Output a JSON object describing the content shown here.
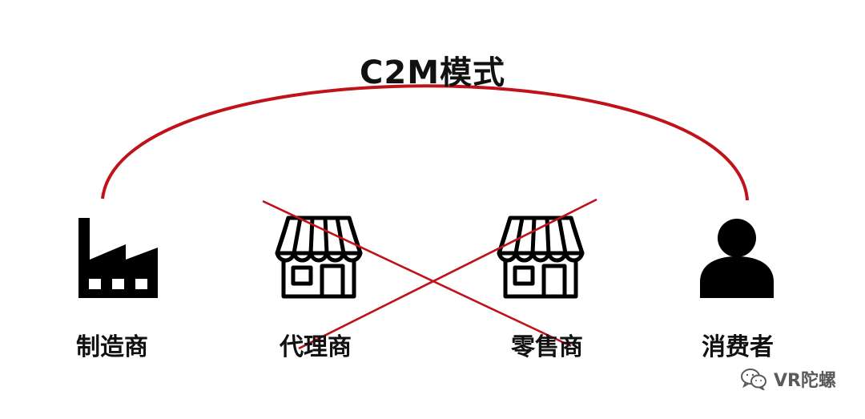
{
  "diagram": {
    "title": "C2M模式",
    "nodes": [
      {
        "id": "manufacturer",
        "label": "制造商",
        "icon": "factory-icon",
        "status": "kept"
      },
      {
        "id": "agent",
        "label": "代理商",
        "icon": "storefront-icon",
        "status": "removed"
      },
      {
        "id": "retailer",
        "label": "零售商",
        "icon": "storefront-icon",
        "status": "removed"
      },
      {
        "id": "consumer",
        "label": "消费者",
        "icon": "person-icon",
        "status": "kept"
      }
    ],
    "links": [
      {
        "from": "manufacturer",
        "to": "consumer",
        "style": "arc"
      }
    ],
    "cross_mark": {
      "covers": [
        "agent",
        "retailer"
      ],
      "icon": "cross-out-icon"
    },
    "colors": {
      "arc": "#c0121a",
      "cross": "#c0121a",
      "icon": "#000000",
      "text": "#111111"
    }
  },
  "watermark": {
    "text": "VR陀螺",
    "icon": "wechat-icon"
  }
}
